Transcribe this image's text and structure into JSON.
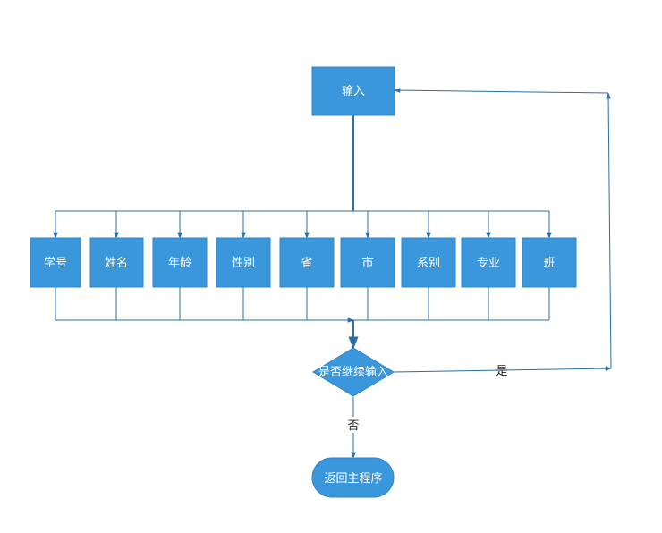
{
  "nodes": {
    "input": "输入",
    "fields": [
      "学号",
      "姓名",
      "年龄",
      "性别",
      "省",
      "市",
      "系别",
      "专业",
      "班"
    ],
    "decision": "是否继续输入",
    "return": "返回主程序"
  },
  "edge_labels": {
    "yes": "是",
    "no": "否"
  },
  "colors": {
    "node_fill": "#3a97db",
    "edge": "#2a6fa5"
  }
}
